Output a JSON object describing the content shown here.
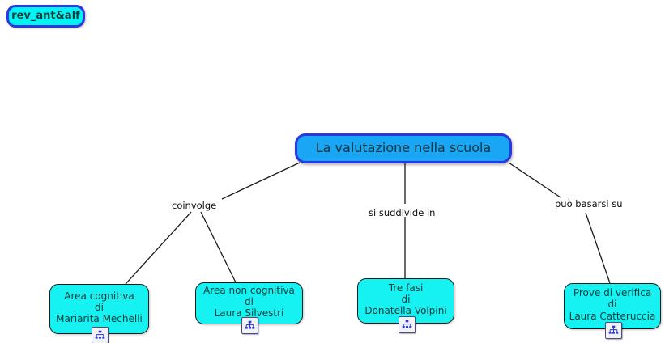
{
  "map": {
    "title_node": {
      "label": "rev_ant&alf"
    },
    "central_node": {
      "label": "La valutazione nella scuola"
    },
    "link_phrases": [
      {
        "id": "coinvolge",
        "label": "coinvolge"
      },
      {
        "id": "si-suddivide-in",
        "label": "si suddivide in"
      },
      {
        "id": "puo-basarsi-su",
        "label": "può basarsi su"
      }
    ],
    "concepts": [
      {
        "id": "area-cognitiva",
        "label": "Area cognitiva\ndi\nMariarita Mechelli",
        "resource_icon": "hierarchy-icon"
      },
      {
        "id": "area-non-cognitiva",
        "label": "Area non cognitiva\ndi\nLaura Silvestri",
        "resource_icon": "hierarchy-icon"
      },
      {
        "id": "tre-fasi",
        "label": "Tre fasi\ndi\nDonatella Volpini",
        "resource_icon": "hierarchy-icon"
      },
      {
        "id": "prove-di-verifica",
        "label": "Prove di verifica\ndi\nLaura Catteruccia",
        "resource_icon": "hierarchy-icon"
      }
    ],
    "colors": {
      "node_cyan": "#16f2f2",
      "node_blue": "#18a6f5",
      "border_blue": "#2b37e0",
      "border_dark": "#1a1a1a",
      "edge_line": "#1a1a1a",
      "text_dark": "#103a3a",
      "background": "#ffffff"
    }
  }
}
